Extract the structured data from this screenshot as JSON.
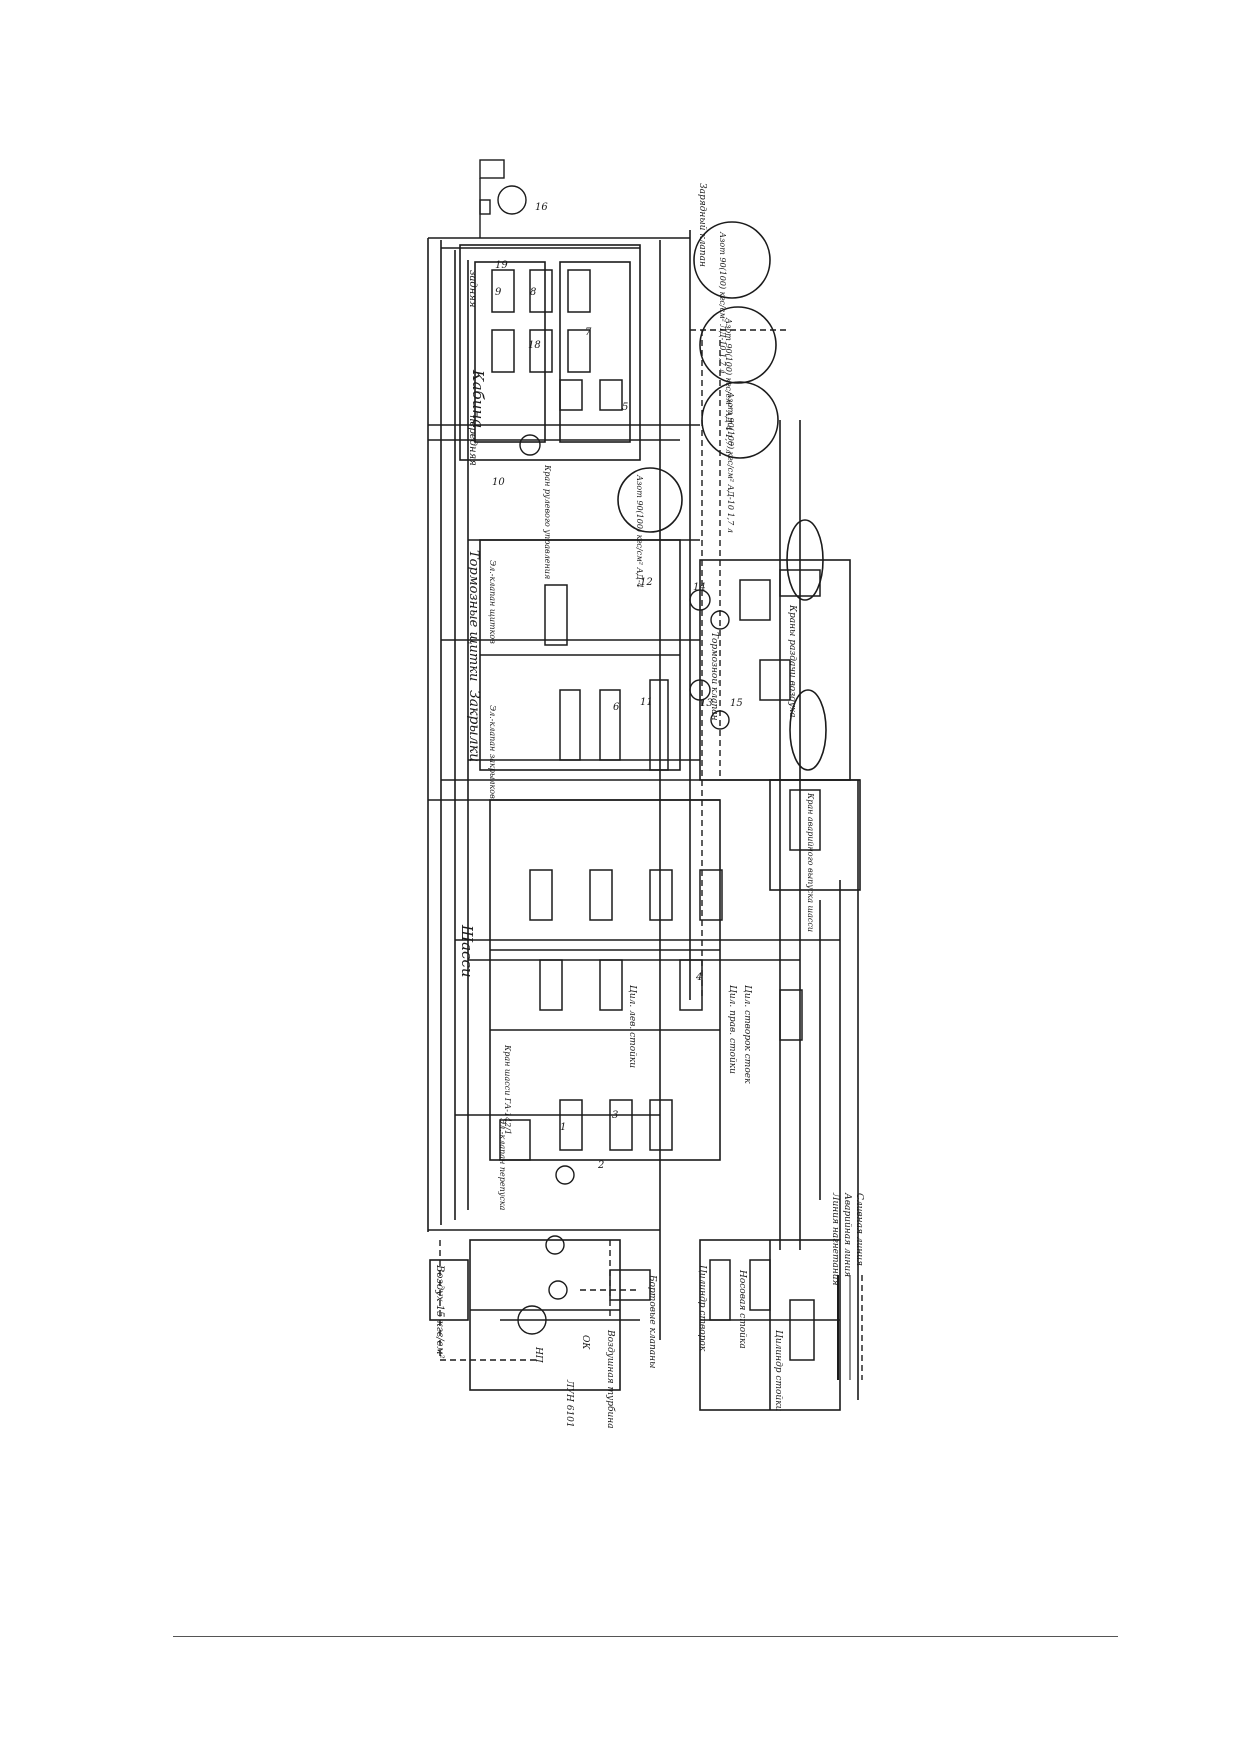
{
  "diagram": {
    "section_titles": [
      "Кабина",
      "Закрылки",
      "Тормозные щитки",
      "Шасси"
    ],
    "cabin_sublabels": [
      "передняя",
      "задняя"
    ],
    "air_tank": "Воздух 15 кгс/см²",
    "nitrogen_cylinders": [
      "Азот 90(100) кгс/см² АД-4",
      "Азот 90(100) кгс/см² ЛД-10 1,7 л",
      "Азот 90(100) кгс/см² АД-4 1,7 л",
      "Азот 90(100) кгс/см² АД-10 1,7 л"
    ],
    "component_labels": [
      "Зарядный клапан",
      "Кран рулевого управления",
      "Тормозной клапан",
      "Краны раздачи воздуха",
      "Кран шасси ГА-142/1",
      "Эл.-клапан перепуска",
      "Эл.-клапан закрылков",
      "Эл.-клапан щитков",
      "Кран аварийного выпуска шасси",
      "Цил. лев. стойки",
      "Цил. прав. стойки",
      "Цил. створок стоек",
      "Цилиндр створок",
      "Носовая стойка",
      "Цилиндр стойки",
      "Бортовые клапаны",
      "Воздушная турбина",
      "ЛУН 6101",
      "НП",
      "ОК"
    ],
    "callout_numbers": [
      "1",
      "2",
      "3",
      "4",
      "5",
      "6",
      "7",
      "8",
      "9",
      "10",
      "11",
      "12",
      "13",
      "14",
      "15",
      "16",
      "18",
      "19"
    ],
    "legend": [
      {
        "label": "Линия нагнетания",
        "style": "solid"
      },
      {
        "label": "Аварийная линия",
        "style": "solid-thin"
      },
      {
        "label": "Сливная линия",
        "style": "dashed"
      }
    ]
  }
}
